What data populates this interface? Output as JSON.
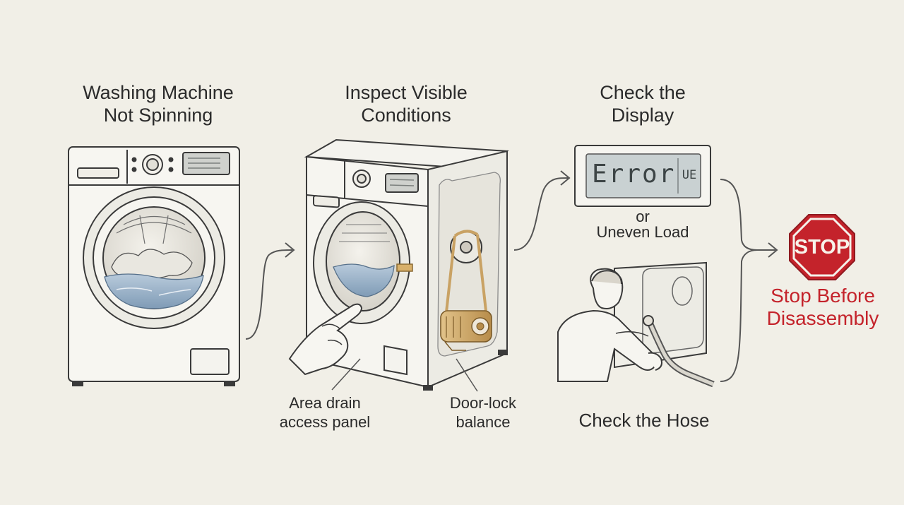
{
  "steps": {
    "step1": {
      "title_line1": "Washing Machine",
      "title_line2": "Not Spinning"
    },
    "step2": {
      "title_line1": "Inspect Visible",
      "title_line2": "Conditions",
      "label_left_line1": "Area drain",
      "label_left_line2": "access panel",
      "label_right_line1": "Door-lock",
      "label_right_line2": "balance"
    },
    "step3": {
      "title_line1": "Check the",
      "title_line2": "Display",
      "display_text": "Error",
      "display_code": "UE",
      "or_text": "or",
      "uneven_text": "Uneven Load",
      "hose_label": "Check the Hose"
    },
    "step4": {
      "sign_text": "STOP",
      "label_line1": "Stop Before",
      "label_line2": "Disassembly"
    }
  },
  "colors": {
    "background": "#f1efe7",
    "stop_red": "#c4232b",
    "ink": "#3a3a3a",
    "water_blue": "#9fb7cc",
    "belt_gold": "#c9a264"
  }
}
